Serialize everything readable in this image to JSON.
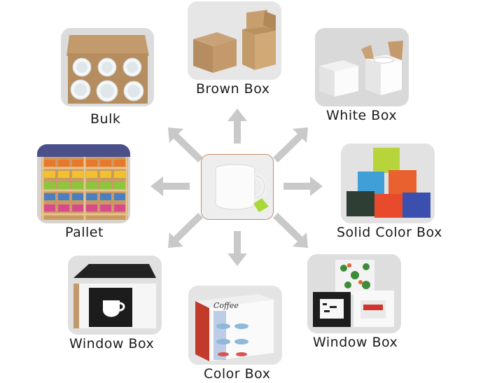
{
  "labels": {
    "brown_box": "Brown Box",
    "white_box": "White Box",
    "bulk": "Bulk",
    "pallet": "Pallet",
    "solid_color_box": "Solid Color Box",
    "window_box_left": "Window Box",
    "window_box_right": "Window Box",
    "color_box": "Color Box"
  },
  "color_box_print": "Coffee"
}
